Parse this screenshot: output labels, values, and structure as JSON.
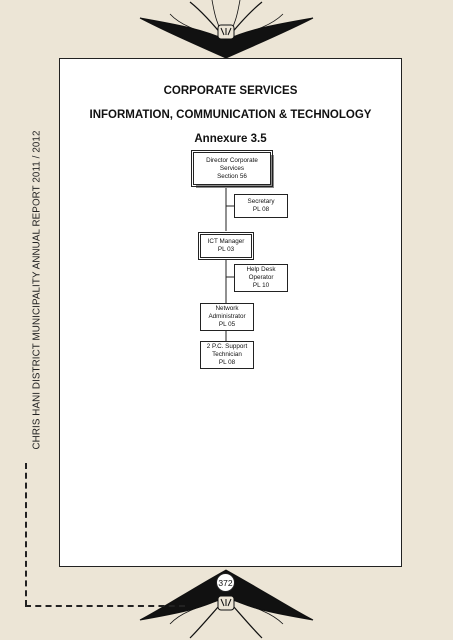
{
  "header": {
    "section": "CORPORATE SERVICES",
    "department": "INFORMATION, COMMUNICATION & TECHNOLOGY",
    "annexure": "Annexure 3.5"
  },
  "side_label": "CHRIS HANI DISTRICT MUNICIPALITY ANNUAL REPORT 2011 / 2012",
  "page_number": "372",
  "org_chart": {
    "director": [
      "Director Corporate",
      "Services",
      "Section 56"
    ],
    "secretary": [
      "Secretary",
      "PL 08"
    ],
    "ict_manager": [
      "ICT Manager",
      "PL 03"
    ],
    "help_desk": [
      "Help Desk",
      "Operator",
      "PL 10"
    ],
    "network_admin": [
      "Network",
      "Administrator",
      "PL 05"
    ],
    "pc_support": [
      "2 P.C. Support",
      "Technician",
      "PL 08"
    ]
  },
  "colors": {
    "page_background": "#ece5d6",
    "ornament": "#111111",
    "frame_border": "#222222"
  }
}
